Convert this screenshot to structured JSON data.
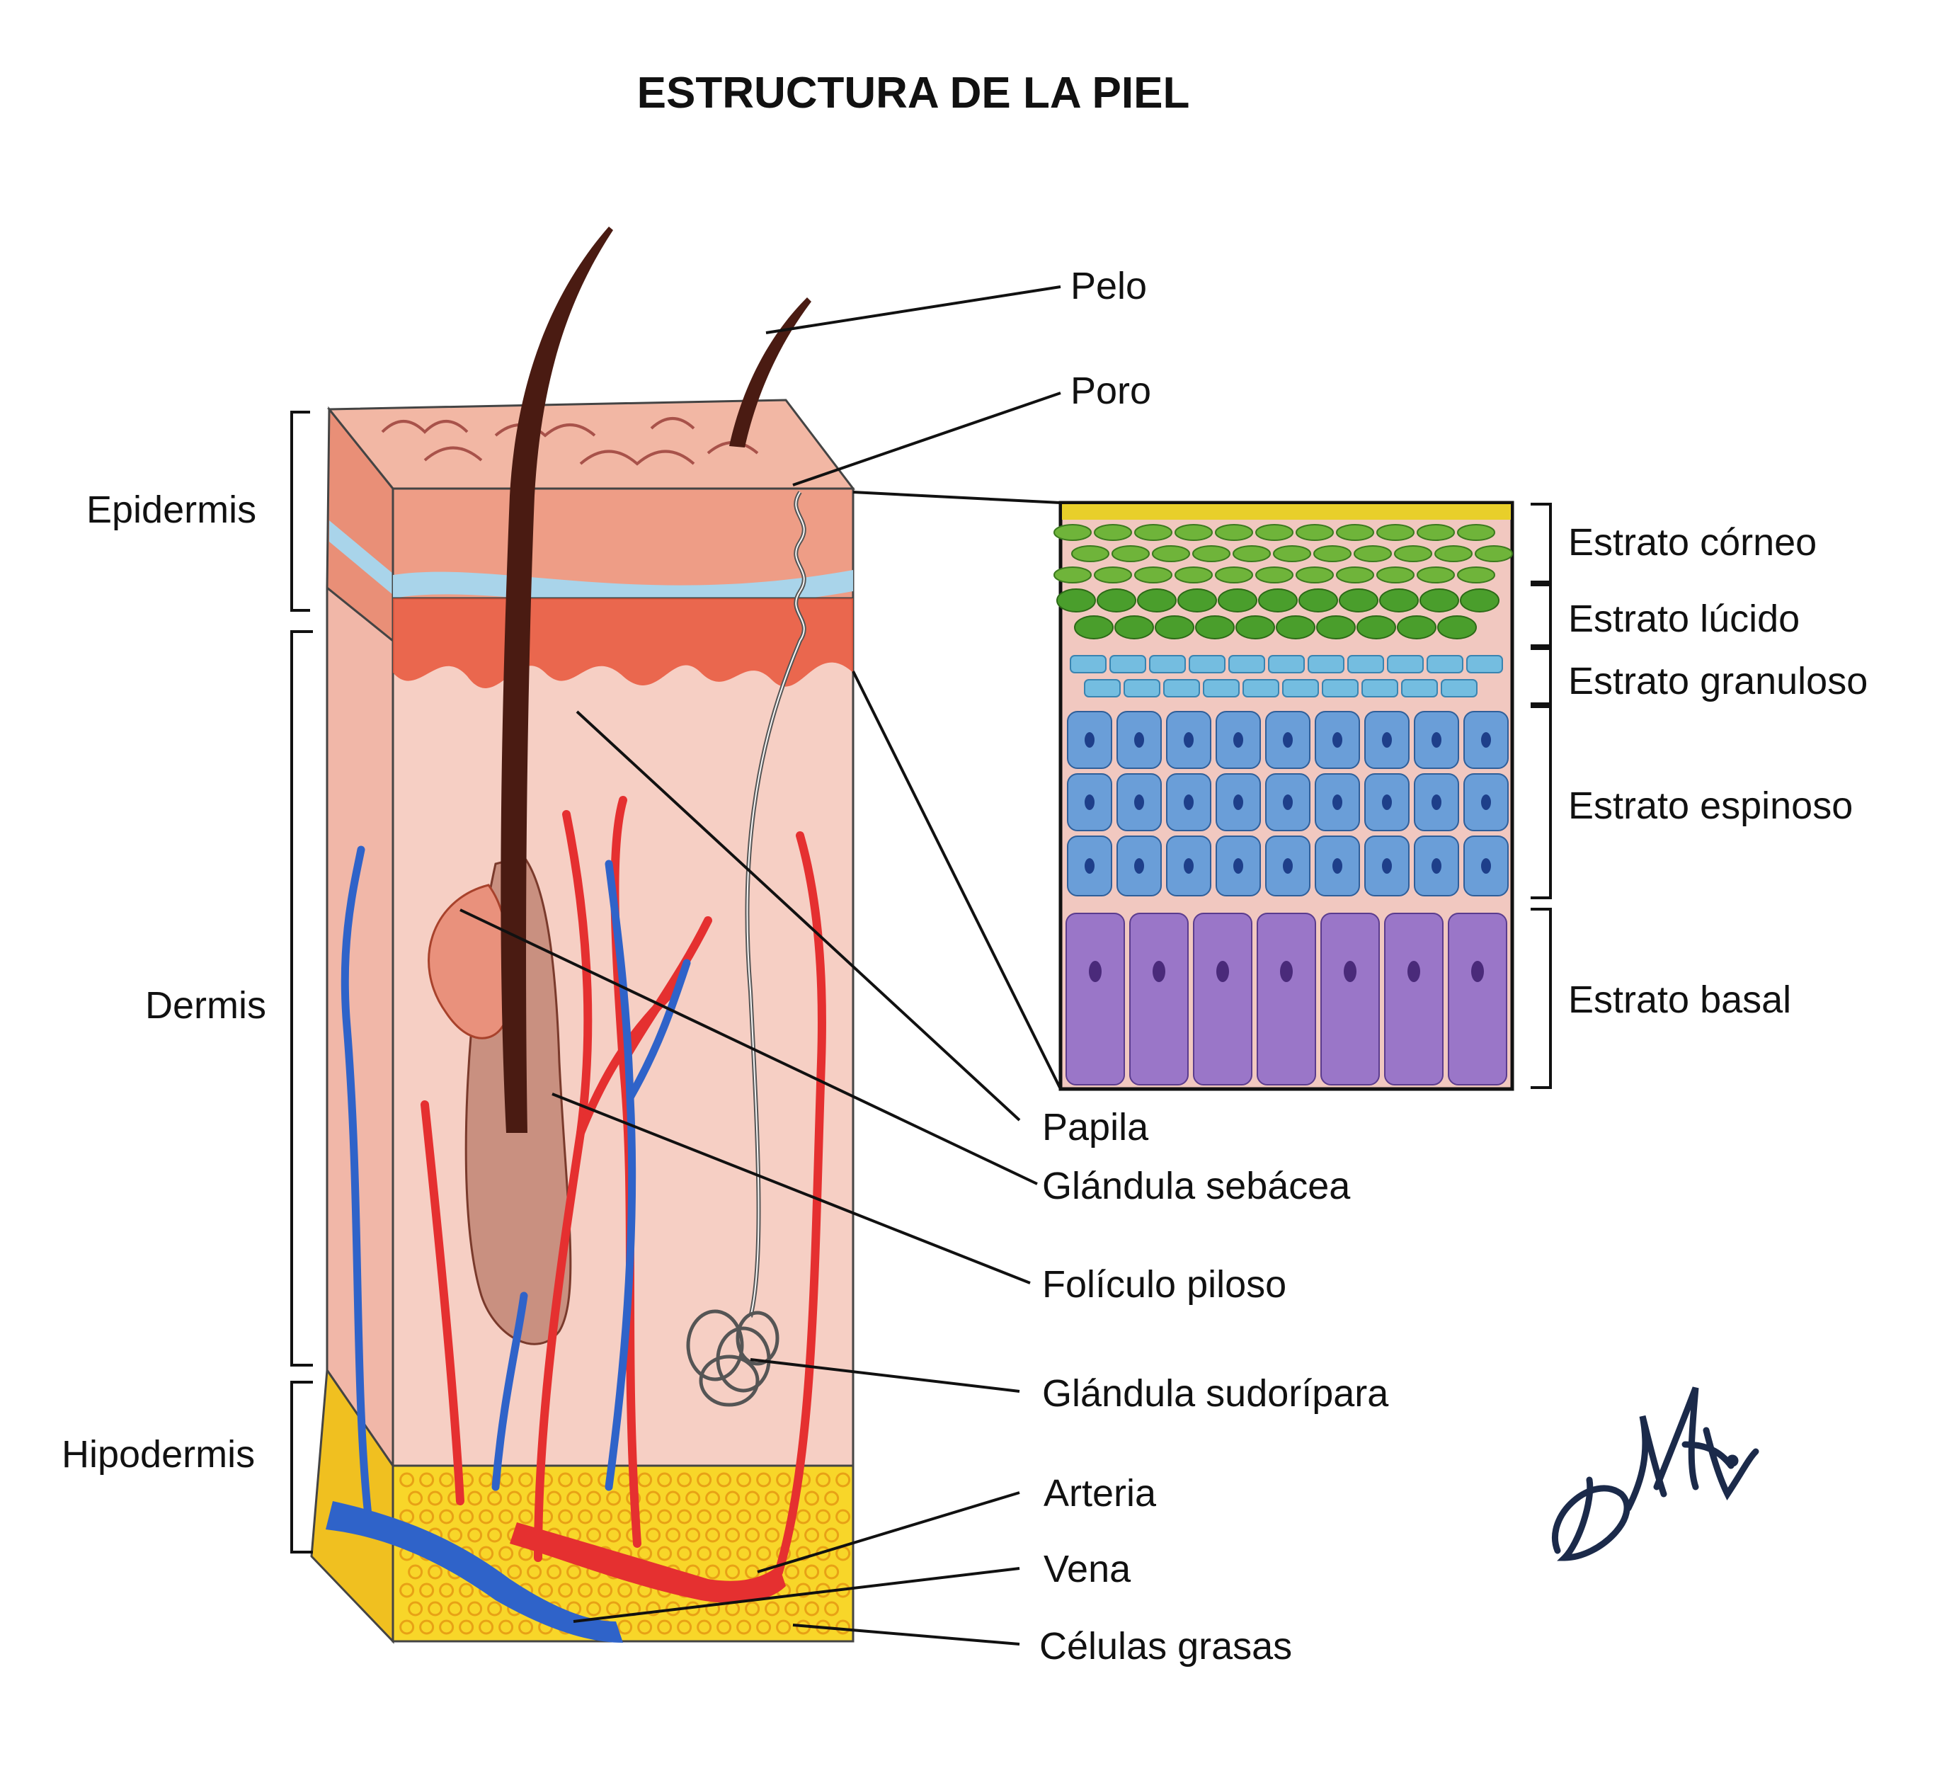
{
  "title": "ESTRUCTURA DE LA PIEL",
  "layers": {
    "epidermis": "Epidermis",
    "dermis": "Dermis",
    "hipodermis": "Hipodermis"
  },
  "callouts": {
    "pelo": "Pelo",
    "poro": "Poro",
    "papila": "Papila",
    "glandula_sebacea": "Glándula sebácea",
    "foliculo_piloso": "Folículo piloso",
    "glandula_sudoripara": "Glándula sudorípara",
    "arteria": "Arteria",
    "vena": "Vena",
    "celulas_grasas": "Células grasas"
  },
  "strata": {
    "corneo": "Estrato córneo",
    "lucido": "Estrato lúcido",
    "granuloso": "Estrato granuloso",
    "espinoso": "Estrato espinoso",
    "basal": "Estrato basal"
  },
  "colors": {
    "skin_surface": "#f2b7a4",
    "epidermis": "#ee9d86",
    "blue_layer": "#a9d4ea",
    "dermis": "#f6cfc4",
    "papillae_red": "#e8553a",
    "artery": "#e53030",
    "vein": "#2f63c9",
    "fat_yellow": "#f8d629",
    "hair": "#4a1b12",
    "corneo_green": "#4a9e2c",
    "granuloso_blue": "#74bde0",
    "espinoso_blue": "#6a9ed8",
    "basal_purple": "#9a76c8"
  }
}
